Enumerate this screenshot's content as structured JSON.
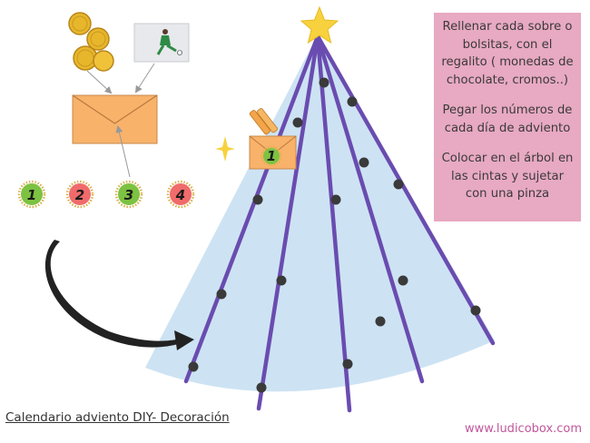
{
  "instructions": [
    "Rellenar cada  sobre o bolsitas, con el regalito ( monedas de chocolate, cromos..)",
    "Pegar los números de cada día de adviento",
    "Colocar en el árbol en las cintas y sujetar con una pinza"
  ],
  "caption": "Calendario adviento DIY- Decoración",
  "website": "www.ludicobox.com",
  "badges": [
    {
      "label": "1",
      "color": "#7dc242"
    },
    {
      "label": "2",
      "color": "#f06b6b"
    },
    {
      "label": "3",
      "color": "#7dc242"
    },
    {
      "label": "4",
      "color": "#f06b6b"
    }
  ],
  "envelope_on_tree_label": "1",
  "colors": {
    "tree": "#cde3f3",
    "ribbon": "#6a4cb0",
    "star": "#f7d23e",
    "envelope": "#f8b26a",
    "info_box": "#e8a9c2",
    "website": "#c0569a"
  }
}
